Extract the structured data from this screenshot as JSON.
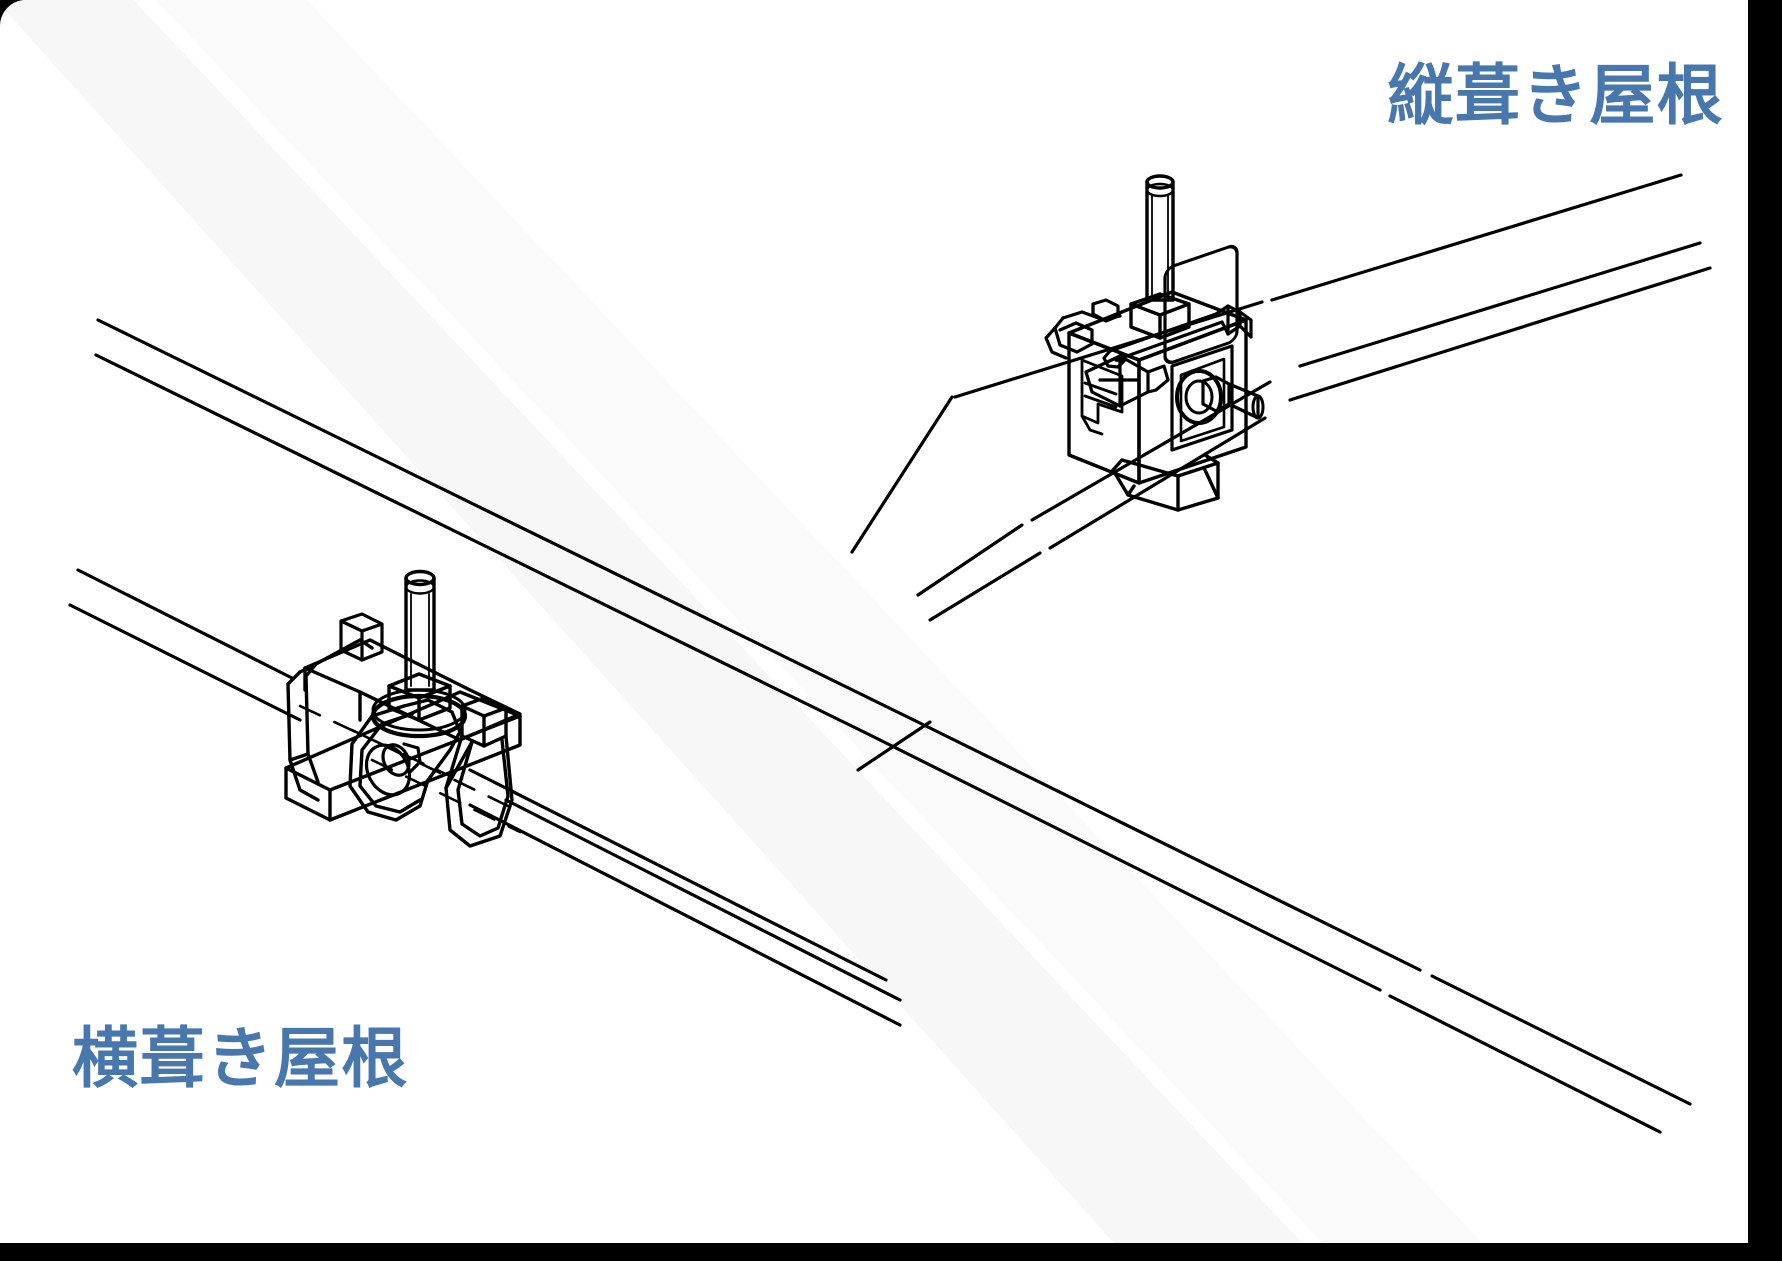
{
  "figure": {
    "kind": "technical-line-drawing",
    "description": "屋根用取付金具 設置イメージ（アイソメ図）",
    "background_color": "#ffffff",
    "outside_color": "#000000",
    "line_color": "#000000",
    "accent_color": "#4777AD",
    "band_color": "#f7f7f7"
  },
  "labels": {
    "vertical_roof": "縦葺き屋根",
    "horizontal_roof": "横葺き屋根"
  },
  "diagrams": [
    {
      "id": "vertical-seam",
      "label": "縦葺き屋根",
      "position": "top-right",
      "roof_type": "standing-seam",
      "parts": [
        "seam-rib",
        "clamp-body",
        "threaded-stud",
        "hex-nut",
        "side-hex-bolt",
        "upper-clamp-jaw",
        "lower-clamp-jaw"
      ]
    },
    {
      "id": "horizontal-seam",
      "label": "横葺き屋根",
      "position": "bottom-left",
      "roof_type": "horizontal-seam",
      "parts": [
        "seam-rib",
        "bracket-base",
        "threaded-stud",
        "hex-nut",
        "washer",
        "hook-jaw",
        "set-screw",
        "retainer-clip"
      ]
    }
  ]
}
